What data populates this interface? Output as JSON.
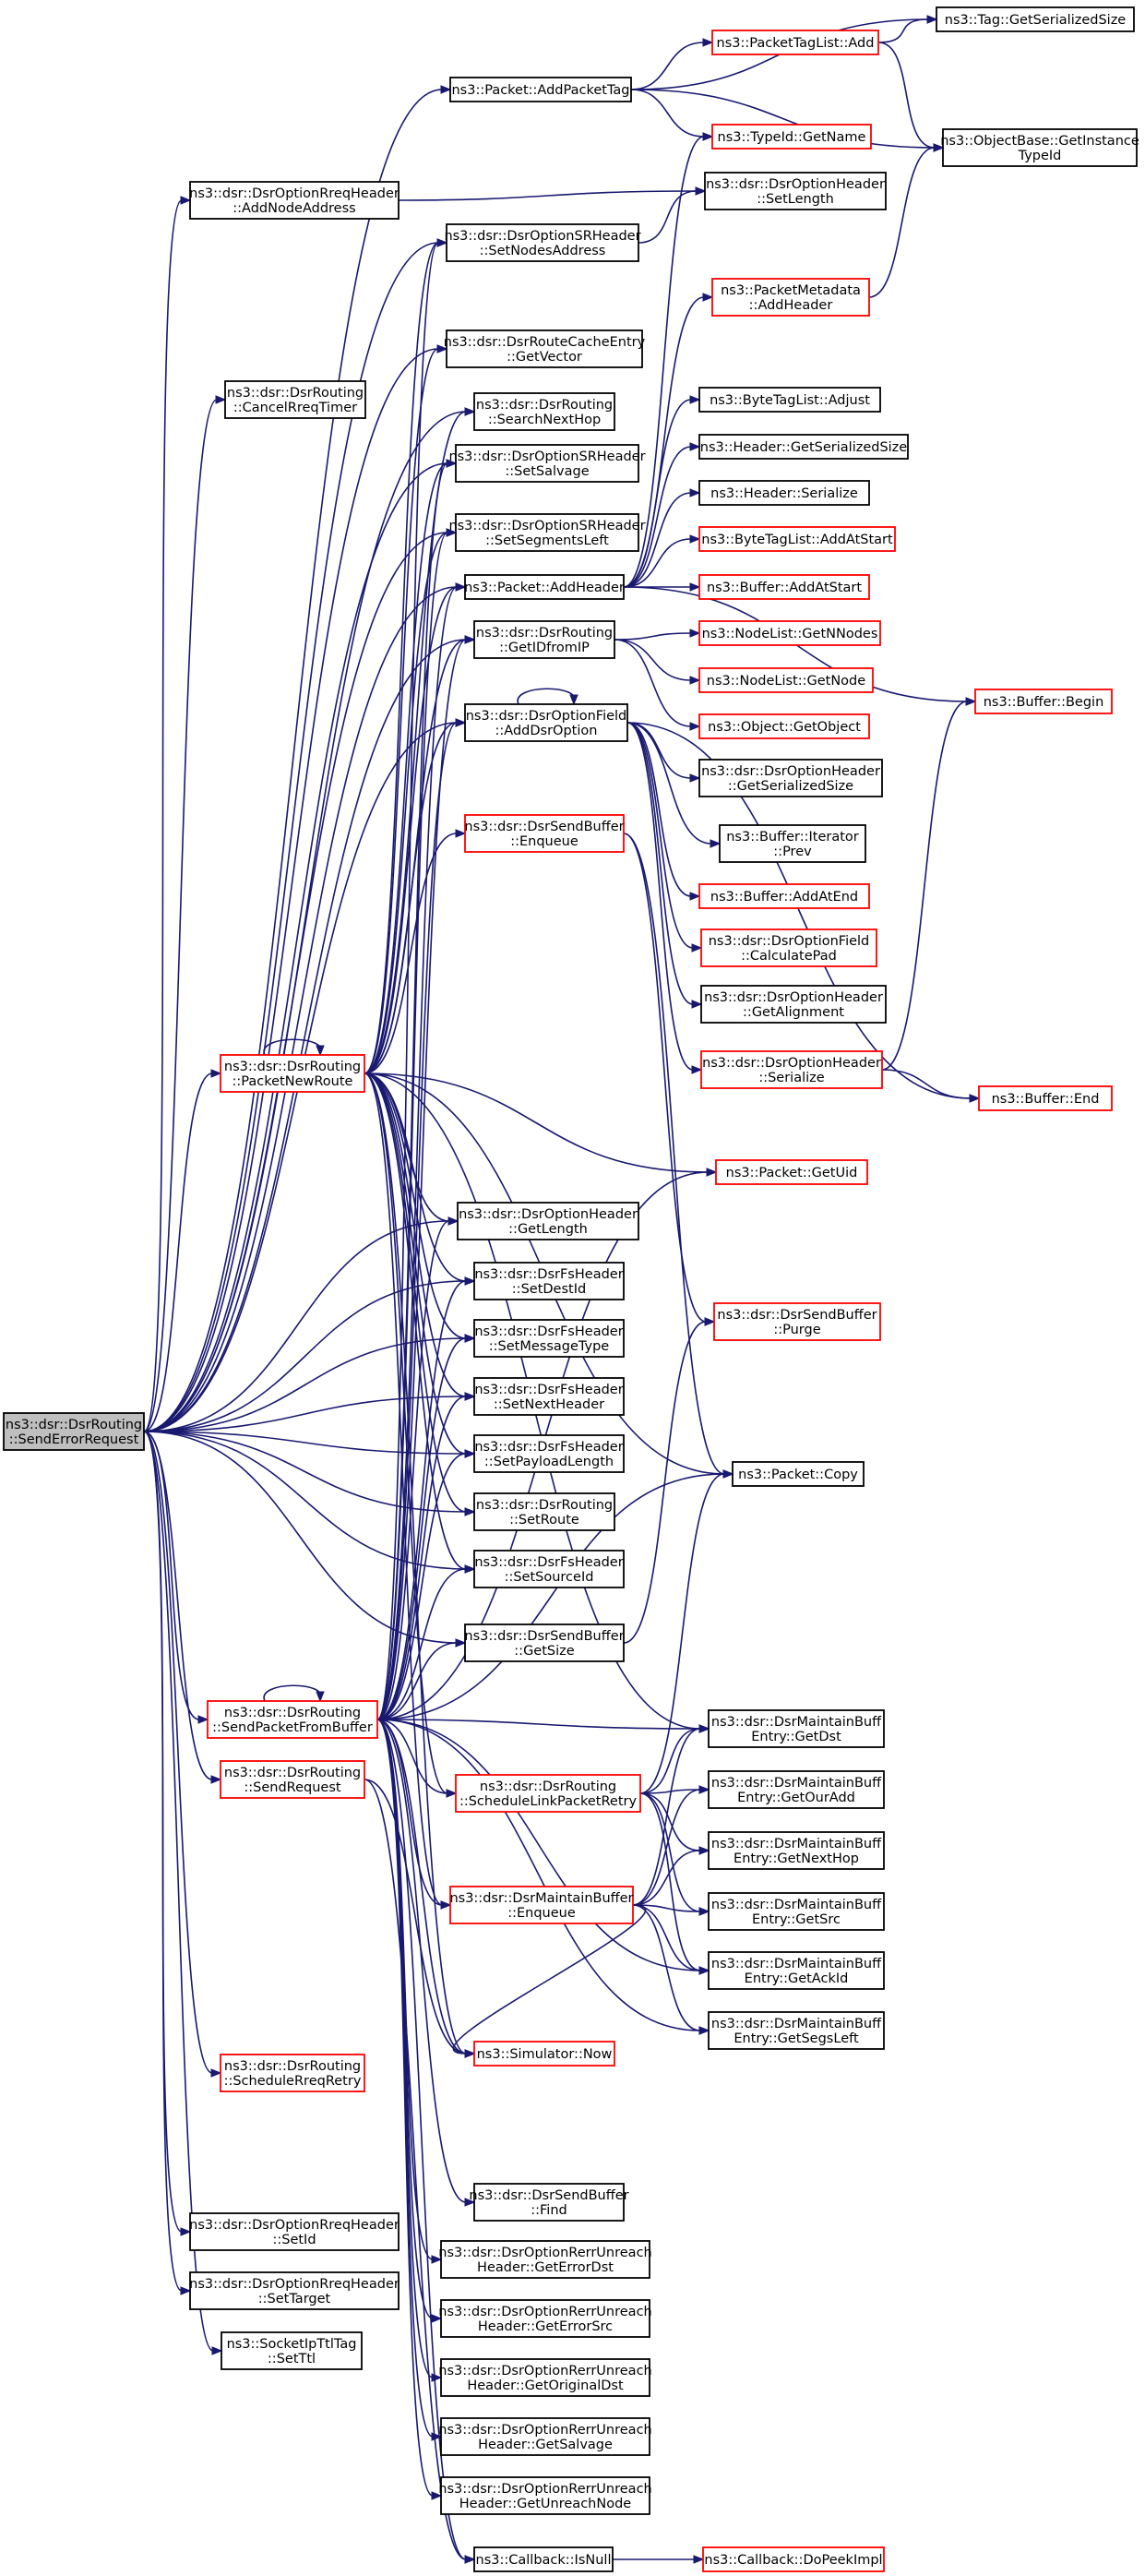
{
  "colors": {
    "edge": "#191970",
    "red_border": "#ff0000",
    "black_border": "#000000",
    "root_fill": "#bfbfbf"
  },
  "nodes": [
    {
      "id": "root",
      "label": [
        "ns3::dsr::DsrRouting",
        "::SendErrorRequest"
      ],
      "style": "root"
    },
    {
      "id": "addPacketTag",
      "label": [
        "ns3::Packet::AddPacketTag"
      ],
      "style": "black"
    },
    {
      "id": "tagGetSer",
      "label": [
        "ns3::Tag::GetSerializedSize"
      ],
      "style": "black"
    },
    {
      "id": "ptlAdd",
      "label": [
        "ns3::PacketTagList::Add"
      ],
      "style": "red"
    },
    {
      "id": "objBase",
      "label": [
        "ns3::ObjectBase::GetInstance",
        "TypeId"
      ],
      "style": "black"
    },
    {
      "id": "typeIdName",
      "label": [
        "ns3::TypeId::GetName"
      ],
      "style": "red"
    },
    {
      "id": "rreqAddNode",
      "label": [
        "ns3::dsr::DsrOptionRreqHeader",
        "::AddNodeAddress"
      ],
      "style": "black"
    },
    {
      "id": "optSetLength",
      "label": [
        "ns3::dsr::DsrOptionHeader",
        "::SetLength"
      ],
      "style": "black"
    },
    {
      "id": "srSetNodes",
      "label": [
        "ns3::dsr::DsrOptionSRHeader",
        "::SetNodesAddress"
      ],
      "style": "black"
    },
    {
      "id": "pmAddHeader",
      "label": [
        "ns3::PacketMetadata",
        "::AddHeader"
      ],
      "style": "red"
    },
    {
      "id": "rceGetVector",
      "label": [
        "ns3::dsr::DsrRouteCacheEntry",
        "::GetVector"
      ],
      "style": "black"
    },
    {
      "id": "cancelRreq",
      "label": [
        "ns3::dsr::DsrRouting",
        "::CancelRreqTimer"
      ],
      "style": "black"
    },
    {
      "id": "searchNextHop",
      "label": [
        "ns3::dsr::DsrRouting",
        "::SearchNextHop"
      ],
      "style": "black"
    },
    {
      "id": "btlAdjust",
      "label": [
        "ns3::ByteTagList::Adjust"
      ],
      "style": "black"
    },
    {
      "id": "hdrGetSer",
      "label": [
        "ns3::Header::GetSerializedSize"
      ],
      "style": "black"
    },
    {
      "id": "srSetSalvage",
      "label": [
        "ns3::dsr::DsrOptionSRHeader",
        "::SetSalvage"
      ],
      "style": "black"
    },
    {
      "id": "hdrSerialize",
      "label": [
        "ns3::Header::Serialize"
      ],
      "style": "black"
    },
    {
      "id": "srSetSegLeft",
      "label": [
        "ns3::dsr::DsrOptionSRHeader",
        "::SetSegmentsLeft"
      ],
      "style": "black"
    },
    {
      "id": "btlAddStart",
      "label": [
        "ns3::ByteTagList::AddAtStart"
      ],
      "style": "red"
    },
    {
      "id": "pktAddHeader",
      "label": [
        "ns3::Packet::AddHeader"
      ],
      "style": "black"
    },
    {
      "id": "bufAddStart",
      "label": [
        "ns3::Buffer::AddAtStart"
      ],
      "style": "red"
    },
    {
      "id": "getIdFromIp",
      "label": [
        "ns3::dsr::DsrRouting",
        "::GetIDfromIP"
      ],
      "style": "black"
    },
    {
      "id": "nlGetN",
      "label": [
        "ns3::NodeList::GetNNodes"
      ],
      "style": "red"
    },
    {
      "id": "nlGetNode",
      "label": [
        "ns3::NodeList::GetNode"
      ],
      "style": "red"
    },
    {
      "id": "bufBegin",
      "label": [
        "ns3::Buffer::Begin"
      ],
      "style": "red"
    },
    {
      "id": "objGetObj",
      "label": [
        "ns3::Object::GetObject"
      ],
      "style": "red"
    },
    {
      "id": "addDsrOpt",
      "label": [
        "ns3::dsr::DsrOptionField",
        "::AddDsrOption"
      ],
      "style": "black"
    },
    {
      "id": "optGetSer",
      "label": [
        "ns3::dsr::DsrOptionHeader",
        "::GetSerializedSize"
      ],
      "style": "black"
    },
    {
      "id": "sbEnqueue",
      "label": [
        "ns3::dsr::DsrSendBuffer",
        "::Enqueue"
      ],
      "style": "red"
    },
    {
      "id": "bufItPrev",
      "label": [
        "ns3::Buffer::Iterator",
        "::Prev"
      ],
      "style": "black"
    },
    {
      "id": "bufAddEnd",
      "label": [
        "ns3::Buffer::AddAtEnd"
      ],
      "style": "red"
    },
    {
      "id": "calcPad",
      "label": [
        "ns3::dsr::DsrOptionField",
        "::CalculatePad"
      ],
      "style": "red"
    },
    {
      "id": "optGetAlign",
      "label": [
        "ns3::dsr::DsrOptionHeader",
        "::GetAlignment"
      ],
      "style": "black"
    },
    {
      "id": "packetNewRoute",
      "label": [
        "ns3::dsr::DsrRouting",
        "::PacketNewRoute"
      ],
      "style": "red"
    },
    {
      "id": "optSerialize",
      "label": [
        "ns3::dsr::DsrOptionHeader",
        "::Serialize"
      ],
      "style": "red"
    },
    {
      "id": "bufEnd",
      "label": [
        "ns3::Buffer::End"
      ],
      "style": "red"
    },
    {
      "id": "pktGetUid",
      "label": [
        "ns3::Packet::GetUid"
      ],
      "style": "red"
    },
    {
      "id": "optGetLength",
      "label": [
        "ns3::dsr::DsrOptionHeader",
        "::GetLength"
      ],
      "style": "black"
    },
    {
      "id": "fsSetDest",
      "label": [
        "ns3::dsr::DsrFsHeader",
        "::SetDestId"
      ],
      "style": "black"
    },
    {
      "id": "sbPurge",
      "label": [
        "ns3::dsr::DsrSendBuffer",
        "::Purge"
      ],
      "style": "red"
    },
    {
      "id": "fsSetMsg",
      "label": [
        "ns3::dsr::DsrFsHeader",
        "::SetMessageType"
      ],
      "style": "black"
    },
    {
      "id": "fsSetNext",
      "label": [
        "ns3::dsr::DsrFsHeader",
        "::SetNextHeader"
      ],
      "style": "black"
    },
    {
      "id": "pktCopy",
      "label": [
        "ns3::Packet::Copy"
      ],
      "style": "black"
    },
    {
      "id": "fsSetPayload",
      "label": [
        "ns3::dsr::DsrFsHeader",
        "::SetPayloadLength"
      ],
      "style": "black"
    },
    {
      "id": "setRoute",
      "label": [
        "ns3::dsr::DsrRouting",
        "::SetRoute"
      ],
      "style": "black"
    },
    {
      "id": "fsSetSource",
      "label": [
        "ns3::dsr::DsrFsHeader",
        "::SetSourceId"
      ],
      "style": "black"
    },
    {
      "id": "sbGetSize",
      "label": [
        "ns3::dsr::DsrSendBuffer",
        "::GetSize"
      ],
      "style": "black"
    },
    {
      "id": "sendPktFromBuf",
      "label": [
        "ns3::dsr::DsrRouting",
        "::SendPacketFromBuffer"
      ],
      "style": "red"
    },
    {
      "id": "mbGetDst",
      "label": [
        "ns3::dsr::DsrMaintainBuff",
        "Entry::GetDst"
      ],
      "style": "black"
    },
    {
      "id": "sendRequest",
      "label": [
        "ns3::dsr::DsrRouting",
        "::SendRequest"
      ],
      "style": "red"
    },
    {
      "id": "schedLink",
      "label": [
        "ns3::dsr::DsrRouting",
        "::ScheduleLinkPacketRetry"
      ],
      "style": "red"
    },
    {
      "id": "mbGetOurAdd",
      "label": [
        "ns3::dsr::DsrMaintainBuff",
        "Entry::GetOurAdd"
      ],
      "style": "black"
    },
    {
      "id": "mbGetNextHop",
      "label": [
        "ns3::dsr::DsrMaintainBuff",
        "Entry::GetNextHop"
      ],
      "style": "black"
    },
    {
      "id": "mbEnqueue",
      "label": [
        "ns3::dsr::DsrMaintainBuffer",
        "::Enqueue"
      ],
      "style": "red"
    },
    {
      "id": "mbGetSrc",
      "label": [
        "ns3::dsr::DsrMaintainBuff",
        "Entry::GetSrc"
      ],
      "style": "black"
    },
    {
      "id": "mbGetAckId",
      "label": [
        "ns3::dsr::DsrMaintainBuff",
        "Entry::GetAckId"
      ],
      "style": "black"
    },
    {
      "id": "mbGetSegs",
      "label": [
        "ns3::dsr::DsrMaintainBuff",
        "Entry::GetSegsLeft"
      ],
      "style": "black"
    },
    {
      "id": "simNow",
      "label": [
        "ns3::Simulator::Now"
      ],
      "style": "red"
    },
    {
      "id": "schedRreq",
      "label": [
        "ns3::dsr::DsrRouting",
        "::ScheduleRreqRetry"
      ],
      "style": "red"
    },
    {
      "id": "sbFind",
      "label": [
        "ns3::dsr::DsrSendBuffer",
        "::Find"
      ],
      "style": "black"
    },
    {
      "id": "rreqSetId",
      "label": [
        "ns3::dsr::DsrOptionRreqHeader",
        "::SetId"
      ],
      "style": "black"
    },
    {
      "id": "rerrErrDst",
      "label": [
        "ns3::dsr::DsrOptionRerrUnreach",
        "Header::GetErrorDst"
      ],
      "style": "black"
    },
    {
      "id": "rreqSetTarget",
      "label": [
        "ns3::dsr::DsrOptionRreqHeader",
        "::SetTarget"
      ],
      "style": "black"
    },
    {
      "id": "rerrErrSrc",
      "label": [
        "ns3::dsr::DsrOptionRerrUnreach",
        "Header::GetErrorSrc"
      ],
      "style": "black"
    },
    {
      "id": "sockSetTtl",
      "label": [
        "ns3::SocketIpTtlTag",
        "::SetTtl"
      ],
      "style": "black"
    },
    {
      "id": "rerrOrigDst",
      "label": [
        "ns3::dsr::DsrOptionRerrUnreach",
        "Header::GetOriginalDst"
      ],
      "style": "black"
    },
    {
      "id": "rerrSalvage",
      "label": [
        "ns3::dsr::DsrOptionRerrUnreach",
        "Header::GetSalvage"
      ],
      "style": "black"
    },
    {
      "id": "rerrUnreach",
      "label": [
        "ns3::dsr::DsrOptionRerrUnreach",
        "Header::GetUnreachNode"
      ],
      "style": "black"
    },
    {
      "id": "cbIsNull",
      "label": [
        "ns3::Callback::IsNull"
      ],
      "style": "black"
    },
    {
      "id": "cbPeek",
      "label": [
        "ns3::Callback::DoPeekImpl"
      ],
      "style": "red"
    }
  ],
  "edges": [
    [
      "root",
      "addPacketTag"
    ],
    [
      "root",
      "rreqAddNode"
    ],
    [
      "root",
      "srSetNodes"
    ],
    [
      "root",
      "rceGetVector"
    ],
    [
      "root",
      "cancelRreq"
    ],
    [
      "root",
      "searchNextHop"
    ],
    [
      "root",
      "srSetSalvage"
    ],
    [
      "root",
      "srSetSegLeft"
    ],
    [
      "root",
      "pktAddHeader"
    ],
    [
      "root",
      "getIdFromIp"
    ],
    [
      "root",
      "addDsrOpt"
    ],
    [
      "root",
      "packetNewRoute"
    ],
    [
      "root",
      "optGetLength"
    ],
    [
      "root",
      "fsSetDest"
    ],
    [
      "root",
      "fsSetMsg"
    ],
    [
      "root",
      "fsSetNext"
    ],
    [
      "root",
      "fsSetPayload"
    ],
    [
      "root",
      "setRoute"
    ],
    [
      "root",
      "fsSetSource"
    ],
    [
      "root",
      "sbGetSize"
    ],
    [
      "root",
      "sendPktFromBuf"
    ],
    [
      "root",
      "sendRequest"
    ],
    [
      "root",
      "schedRreq"
    ],
    [
      "root",
      "rreqSetId"
    ],
    [
      "root",
      "rreqSetTarget"
    ],
    [
      "root",
      "sockSetTtl"
    ],
    [
      "addPacketTag",
      "tagGetSer"
    ],
    [
      "addPacketTag",
      "ptlAdd"
    ],
    [
      "addPacketTag",
      "objBase"
    ],
    [
      "addPacketTag",
      "typeIdName"
    ],
    [
      "ptlAdd",
      "tagGetSer"
    ],
    [
      "ptlAdd",
      "objBase"
    ],
    [
      "rreqAddNode",
      "optSetLength"
    ],
    [
      "srSetNodes",
      "optSetLength"
    ],
    [
      "pmAddHeader",
      "objBase"
    ],
    [
      "pktAddHeader",
      "typeIdName"
    ],
    [
      "pktAddHeader",
      "pmAddHeader"
    ],
    [
      "pktAddHeader",
      "btlAdjust"
    ],
    [
      "pktAddHeader",
      "hdrGetSer"
    ],
    [
      "pktAddHeader",
      "hdrSerialize"
    ],
    [
      "pktAddHeader",
      "btlAddStart"
    ],
    [
      "pktAddHeader",
      "bufAddStart"
    ],
    [
      "pktAddHeader",
      "bufBegin"
    ],
    [
      "getIdFromIp",
      "nlGetN"
    ],
    [
      "getIdFromIp",
      "nlGetNode"
    ],
    [
      "getIdFromIp",
      "objGetObj"
    ],
    [
      "addDsrOpt",
      "addDsrOpt"
    ],
    [
      "addDsrOpt",
      "optGetSer"
    ],
    [
      "addDsrOpt",
      "bufItPrev"
    ],
    [
      "addDsrOpt",
      "bufAddEnd"
    ],
    [
      "addDsrOpt",
      "calcPad"
    ],
    [
      "addDsrOpt",
      "optGetAlign"
    ],
    [
      "addDsrOpt",
      "optSerialize"
    ],
    [
      "addDsrOpt",
      "bufEnd"
    ],
    [
      "optSerialize",
      "bufBegin"
    ],
    [
      "optSerialize",
      "bufEnd"
    ],
    [
      "sbEnqueue",
      "sbPurge"
    ],
    [
      "sbEnqueue",
      "pktCopy"
    ],
    [
      "packetNewRoute",
      "packetNewRoute"
    ],
    [
      "packetNewRoute",
      "srSetNodes"
    ],
    [
      "packetNewRoute",
      "rceGetVector"
    ],
    [
      "packetNewRoute",
      "searchNextHop"
    ],
    [
      "packetNewRoute",
      "srSetSalvage"
    ],
    [
      "packetNewRoute",
      "srSetSegLeft"
    ],
    [
      "packetNewRoute",
      "pktAddHeader"
    ],
    [
      "packetNewRoute",
      "getIdFromIp"
    ],
    [
      "packetNewRoute",
      "addDsrOpt"
    ],
    [
      "packetNewRoute",
      "sbEnqueue"
    ],
    [
      "packetNewRoute",
      "optGetLength"
    ],
    [
      "packetNewRoute",
      "fsSetDest"
    ],
    [
      "packetNewRoute",
      "fsSetMsg"
    ],
    [
      "packetNewRoute",
      "fsSetNext"
    ],
    [
      "packetNewRoute",
      "fsSetPayload"
    ],
    [
      "packetNewRoute",
      "setRoute"
    ],
    [
      "packetNewRoute",
      "fsSetSource"
    ],
    [
      "packetNewRoute",
      "pktCopy"
    ],
    [
      "packetNewRoute",
      "pktGetUid"
    ],
    [
      "packetNewRoute",
      "mbGetDst"
    ],
    [
      "packetNewRoute",
      "schedLink"
    ],
    [
      "packetNewRoute",
      "mbEnqueue"
    ],
    [
      "packetNewRoute",
      "simNow"
    ],
    [
      "sbGetSize",
      "sbPurge"
    ],
    [
      "sendPktFromBuf",
      "sendPktFromBuf"
    ],
    [
      "sendPktFromBuf",
      "pktAddHeader"
    ],
    [
      "sendPktFromBuf",
      "addDsrOpt"
    ],
    [
      "sendPktFromBuf",
      "getIdFromIp"
    ],
    [
      "sendPktFromBuf",
      "srSetNodes"
    ],
    [
      "sendPktFromBuf",
      "srSetSalvage"
    ],
    [
      "sendPktFromBuf",
      "srSetSegLeft"
    ],
    [
      "sendPktFromBuf",
      "optGetLength"
    ],
    [
      "sendPktFromBuf",
      "fsSetDest"
    ],
    [
      "sendPktFromBuf",
      "fsSetMsg"
    ],
    [
      "sendPktFromBuf",
      "fsSetNext"
    ],
    [
      "sendPktFromBuf",
      "fsSetPayload"
    ],
    [
      "sendPktFromBuf",
      "fsSetSource"
    ],
    [
      "sendPktFromBuf",
      "pktCopy"
    ],
    [
      "sendPktFromBuf",
      "mbGetDst"
    ],
    [
      "sendPktFromBuf",
      "schedLink"
    ],
    [
      "sendPktFromBuf",
      "mbEnqueue"
    ],
    [
      "sendPktFromBuf",
      "simNow"
    ],
    [
      "sendPktFromBuf",
      "sbFind"
    ],
    [
      "sendPktFromBuf",
      "rerrErrDst"
    ],
    [
      "sendPktFromBuf",
      "rerrErrSrc"
    ],
    [
      "sendPktFromBuf",
      "rerrOrigDst"
    ],
    [
      "sendPktFromBuf",
      "rerrSalvage"
    ],
    [
      "sendPktFromBuf",
      "rerrUnreach"
    ],
    [
      "sendPktFromBuf",
      "cbIsNull"
    ],
    [
      "sendPktFromBuf",
      "sbGetSize"
    ],
    [
      "sendPktFromBuf",
      "pktGetUid"
    ],
    [
      "sendPktFromBuf",
      "mbGetAckId"
    ],
    [
      "sendPktFromBuf",
      "mbGetSegs"
    ],
    [
      "sendRequest",
      "cbIsNull"
    ],
    [
      "sendRequest",
      "simNow"
    ],
    [
      "schedLink",
      "mbGetDst"
    ],
    [
      "schedLink",
      "mbGetOurAdd"
    ],
    [
      "schedLink",
      "mbGetNextHop"
    ],
    [
      "schedLink",
      "mbGetSrc"
    ],
    [
      "schedLink",
      "mbGetAckId"
    ],
    [
      "schedLink",
      "pktCopy"
    ],
    [
      "mbEnqueue",
      "mbGetDst"
    ],
    [
      "mbEnqueue",
      "mbGetOurAdd"
    ],
    [
      "mbEnqueue",
      "mbGetNextHop"
    ],
    [
      "mbEnqueue",
      "mbGetSrc"
    ],
    [
      "mbEnqueue",
      "mbGetAckId"
    ],
    [
      "mbEnqueue",
      "mbGetSegs"
    ],
    [
      "mbEnqueue",
      "simNow"
    ],
    [
      "cbIsNull",
      "cbPeek"
    ]
  ]
}
